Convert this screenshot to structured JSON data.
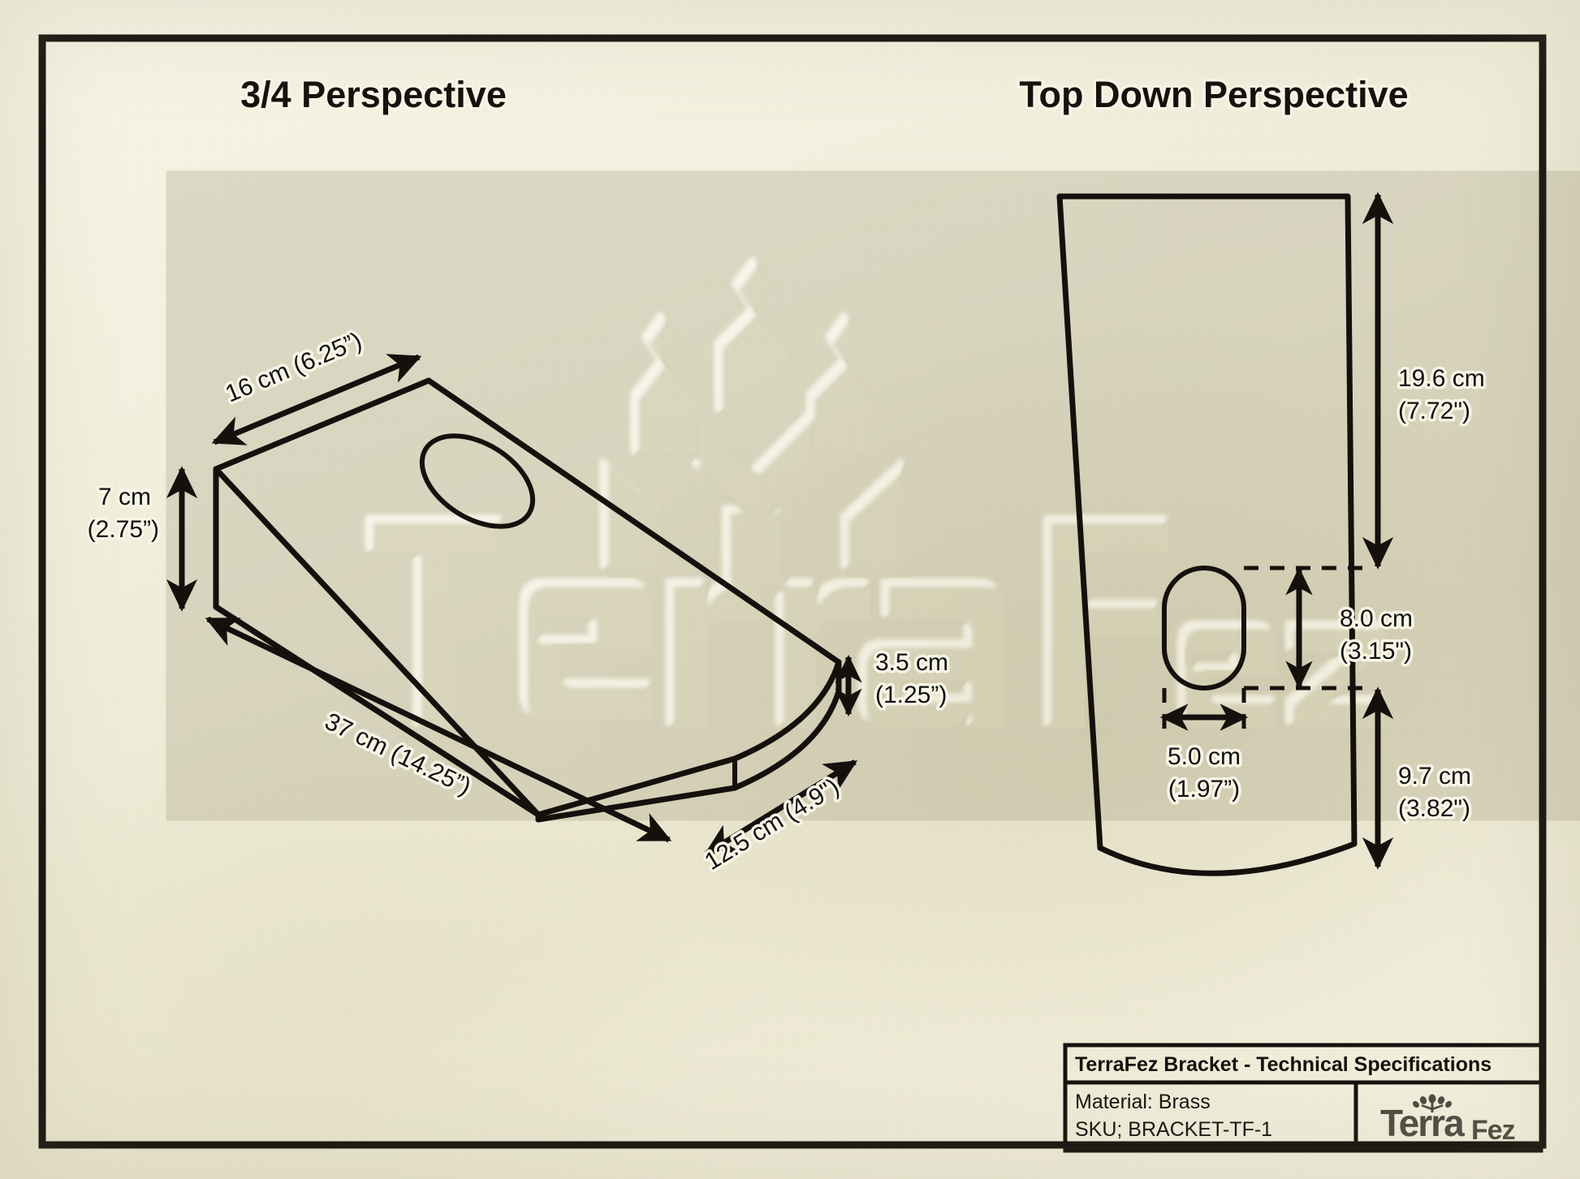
{
  "document": {
    "type": "technical-drawing",
    "sheet_background_color": "#f2f0dd",
    "ink_color": "#14110d",
    "watermark_text": "TerraFez"
  },
  "views": {
    "left": {
      "title": "3/4 Perspective",
      "name": "three-quarter-perspective"
    },
    "right": {
      "title": "Top Down Perspective",
      "name": "top-down-perspective"
    }
  },
  "dimensions": {
    "width_top": "16 cm (6.25”)",
    "height_side": "7 cm",
    "height_side_in": "(2.75”)",
    "length_diagonal": "37 cm (14.25”)",
    "depth_front": "12.5 cm (4.9\")",
    "thickness": "3.5 cm",
    "thickness_in": "(1.25”)",
    "top_to_slot": "19.6 cm",
    "top_to_slot_in": "(7.72\")",
    "slot_height": "8.0 cm",
    "slot_height_in": "(3.15\")",
    "slot_to_bottom": "9.7 cm",
    "slot_to_bottom_in": "(3.82\")",
    "slot_width": "5.0 cm",
    "slot_width_in": "(1.97”)"
  },
  "title_block": {
    "header": "TerraFez Bracket - Technical Specifications",
    "material_line": "Material: Brass",
    "sku_line": "SKU; BRACKET-TF-1",
    "logo_main": "Terra",
    "logo_sub": "Fez"
  }
}
